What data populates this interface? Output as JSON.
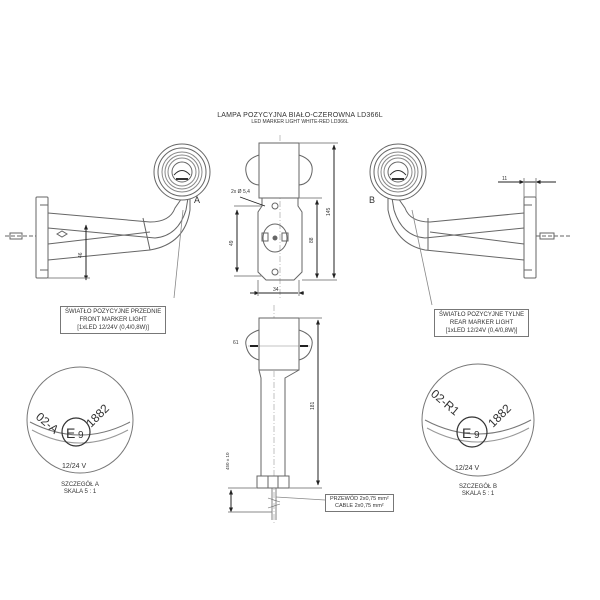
{
  "title": {
    "polish": "LAMPA POZYCYJNA BIAŁO-CZEROWNA LD366L",
    "english": "LED MARKER LIGHT WHITE-RED LD366L"
  },
  "views": {
    "left": {
      "label": "A",
      "dim_height": "46"
    },
    "right": {
      "label": "B",
      "dim_flange": "11"
    },
    "top_center": {
      "hole_note": "2x Ø 5,4",
      "dim_spacing": "49",
      "dim_inner": "88",
      "dim_total": "145",
      "dim_width": "34"
    },
    "bottom_center": {
      "dim_lens": "61",
      "dim_length": "181",
      "dim_cable": "450 ± 10"
    }
  },
  "callouts": {
    "front": {
      "line1": "ŚWIATŁO POZYCYJNE PRZEDNIE",
      "line2": "FRONT MARKER LIGHT",
      "line3": "[1xLED 12/24V (0,4/0,8W)]"
    },
    "rear": {
      "line1": "ŚWIATŁO POZYCYJNE TYLNE",
      "line2": "REAR MARKER LIGHT",
      "line3": "[1xLED 12/24V (0,4/0,8W)]"
    },
    "cable": {
      "line1": "PRZEWÓD 2x0,75 mm²",
      "line2": "CABLE 2x0,75 mm²"
    }
  },
  "details": {
    "a": {
      "code": "02-A",
      "mark": "E",
      "mark_number": "9",
      "approval": "1882",
      "voltage": "12/24 V",
      "caption1": "SZCZEGÓŁ A",
      "caption2": "SKALA 5 : 1"
    },
    "b": {
      "code": "02-R1",
      "mark": "E",
      "mark_number": "9",
      "approval": "1882",
      "voltage": "12/24 V",
      "caption1": "SZCZEGÓŁ B",
      "caption2": "SKALA 5 : 1"
    }
  },
  "colors": {
    "line": "#555555",
    "text": "#333333",
    "background": "#ffffff"
  }
}
